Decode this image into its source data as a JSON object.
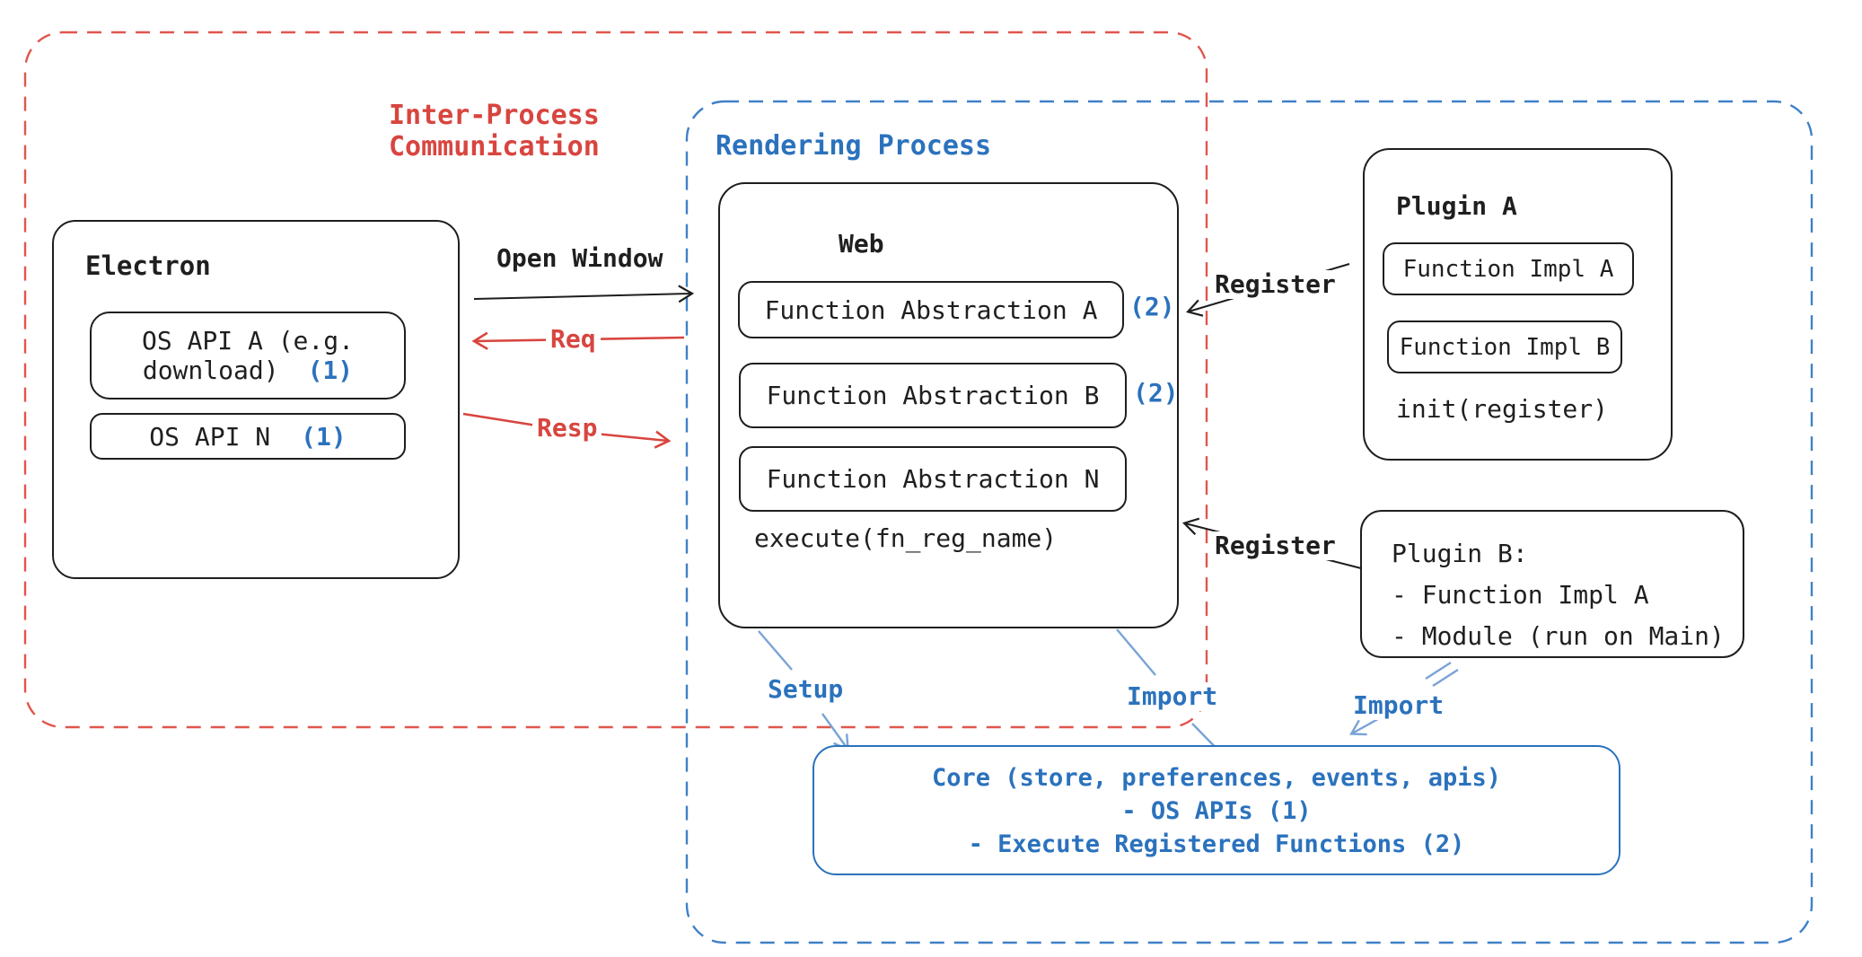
{
  "colors": {
    "red": "#d8453f",
    "red_dash": "#e0564d",
    "blue_text": "#2b72bd",
    "blue_dash": "#3f80c8",
    "arrow_blue": "#7aa3d6",
    "ink": "#1e1e1e"
  },
  "ipc": {
    "label_line1": "Inter-Process",
    "label_line2": "Communication"
  },
  "rendering": {
    "label": "Rendering Process"
  },
  "electron": {
    "title": "Electron",
    "os_api_a_line1": "OS API A (e.g.",
    "os_api_a_line2": "download)",
    "os_api_a_badge": "(1)",
    "os_api_n": "OS API N",
    "os_api_n_badge": "(1)"
  },
  "web": {
    "title": "Web",
    "fa_a": "Function Abstraction A",
    "fa_a_badge": "(2)",
    "fa_b": "Function Abstraction B",
    "fa_b_badge": "(2)",
    "fa_n": "Function Abstraction N",
    "execute": "execute(fn_reg_name)"
  },
  "plugin_a": {
    "title": "Plugin A",
    "impl_a": "Function Impl A",
    "impl_b": "Function Impl B",
    "init": "init(register)"
  },
  "plugin_b": {
    "title": "Plugin B:",
    "item1": "- Function Impl A",
    "item2": "- Module (run on Main)"
  },
  "core": {
    "line1": "Core (store, preferences, events, apis)",
    "line2": "- OS APIs (1)",
    "line3": "- Execute Registered Functions (2)"
  },
  "arrows": {
    "open_window": "Open Window",
    "req": "Req",
    "resp": "Resp",
    "register_top": "Register",
    "register_bottom": "Register",
    "setup": "Setup",
    "import_mid": "Import",
    "import_plugin_b": "Import"
  }
}
